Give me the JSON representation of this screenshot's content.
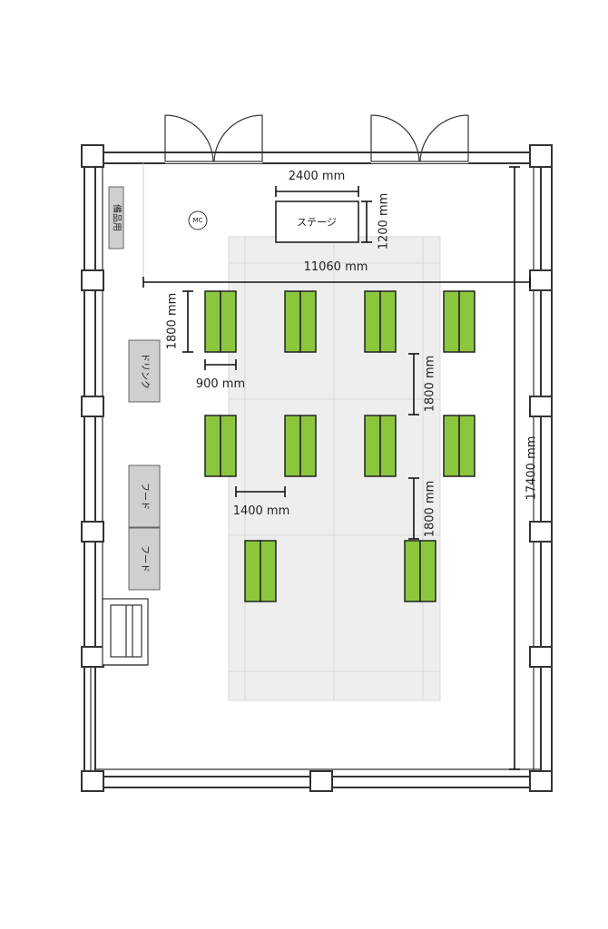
{
  "dimensions": {
    "stage_width": "2400 mm",
    "stage_depth": "1200 mm",
    "room_width": "11060 mm",
    "room_length": "17400 mm",
    "table_length": "1800 mm",
    "table_width": "900 mm",
    "table_gap_h": "1400 mm",
    "row_gap_1": "1800 mm",
    "row_gap_2": "1800 mm"
  },
  "labels": {
    "stage": "ステージ",
    "mc": "MC",
    "storage": "備品用",
    "drink": "ドリンク",
    "food_1": "フード",
    "food_2": "フード"
  },
  "colors": {
    "table": "#8cc63f",
    "counter": "#cfcfcf",
    "floor_area": "#eeeeee"
  }
}
